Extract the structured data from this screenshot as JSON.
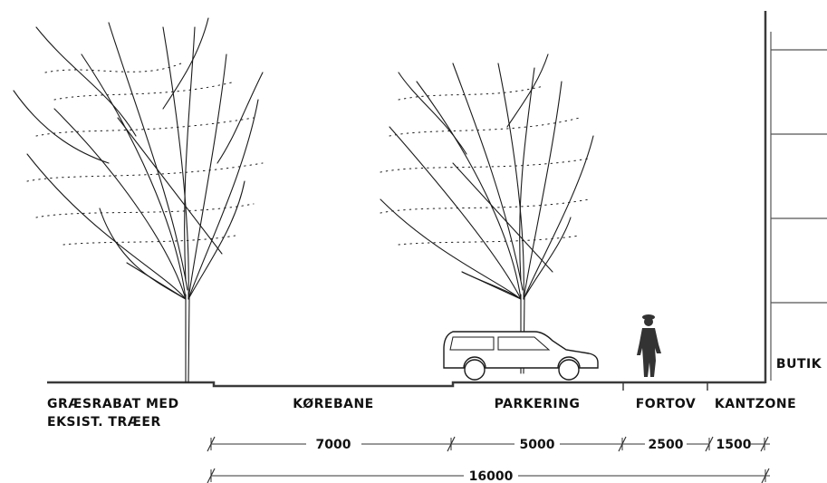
{
  "labels": {
    "grass_line1": "GRÆSRABAT MED",
    "grass_line2": "EKSIST. TRÆER",
    "roadway": "KØREBANE",
    "parking": "PARKERING",
    "sidewalk": "FORTOV",
    "edge_zone": "KANTZONE",
    "shop": "BUTIK"
  },
  "dimensions": {
    "roadway": "7000",
    "parking": "5000",
    "sidewalk": "2500",
    "edge_zone": "1500",
    "total": "16000"
  },
  "colors": {
    "line": "#1a1a1a",
    "ground": "#3a3a3a",
    "figure": "#333333",
    "text": "#111111"
  }
}
